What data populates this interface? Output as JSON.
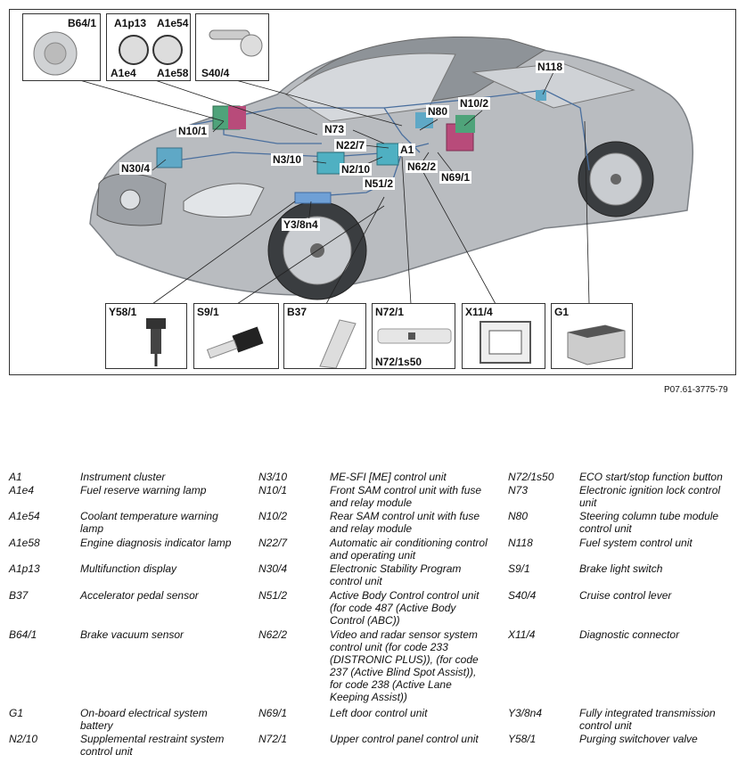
{
  "figure": {
    "reference": "P07.61-3775-79",
    "callouts": [
      "B64/1",
      "A1p13",
      "A1e54",
      "A1e4",
      "A1e58",
      "S40/4",
      "N118",
      "N10/2",
      "N80",
      "N73",
      "N10/1",
      "N22/7",
      "A1",
      "N62/2",
      "N30/4",
      "N3/10",
      "N2/10",
      "N69/1",
      "N51/2",
      "Y3/8n4"
    ],
    "bottom_insets": [
      "Y58/1",
      "S9/1",
      "B37",
      "N72/1",
      "X11/4",
      "G1"
    ],
    "bottom_inset_sublabel": "N72/1s50"
  },
  "legend": {
    "columns": [
      [
        {
          "code": "A1",
          "desc": "Instrument cluster"
        },
        {
          "code": "A1e4",
          "desc": "Fuel reserve warning lamp"
        },
        {
          "code": "A1e54",
          "desc": "Coolant temperature warning lamp"
        },
        {
          "code": "A1e58",
          "desc": "Engine diagnosis indicator lamp"
        },
        {
          "code": "A1p13",
          "desc": "Multifunction display"
        },
        {
          "code": "B37",
          "desc": "Accelerator pedal sensor"
        },
        {
          "code": "B64/1",
          "desc": "Brake vacuum sensor"
        },
        {
          "code": "G1",
          "desc": "On-board electrical system battery"
        },
        {
          "code": "N2/10",
          "desc": "Supplemental restraint system control unit"
        }
      ],
      [
        {
          "code": "N3/10",
          "desc": "ME-SFI [ME] control unit"
        },
        {
          "code": "N10/1",
          "desc": "Front SAM control unit with fuse and relay module"
        },
        {
          "code": "N10/2",
          "desc": "Rear SAM control unit with fuse and relay module"
        },
        {
          "code": "N22/7",
          "desc": "Automatic air conditioning control and operating unit"
        },
        {
          "code": "N30/4",
          "desc": "Electronic Stability Program control unit"
        },
        {
          "code": "N51/2",
          "desc": "Active Body Control control unit (for code 487 (Active Body Control (ABC))"
        },
        {
          "code": "N62/2",
          "desc": "Video and radar sensor system control unit (for code 233 (DISTRONIC PLUS)), (for code 237 (Active Blind Spot Assist)), for code 238 (Active Lane Keeping Assist))"
        },
        {
          "code": "N69/1",
          "desc": "Left door control unit"
        },
        {
          "code": "N72/1",
          "desc": "Upper control panel control unit"
        }
      ],
      [
        {
          "code": "N72/1s50",
          "desc": "ECO start/stop function button"
        },
        {
          "code": "N73",
          "desc": "Electronic ignition lock control unit"
        },
        {
          "code": "N80",
          "desc": "Steering column tube module control unit"
        },
        {
          "code": "N118",
          "desc": "Fuel system control unit"
        },
        {
          "code": "S9/1",
          "desc": "Brake light switch"
        },
        {
          "code": "S40/4",
          "desc": "Cruise control lever"
        },
        {
          "code": "X11/4",
          "desc": "Diagnostic connector"
        },
        {
          "code": "Y3/8n4",
          "desc": "Fully integrated transmission control unit"
        },
        {
          "code": "Y58/1",
          "desc": "Purging switchover valve"
        }
      ]
    ]
  }
}
